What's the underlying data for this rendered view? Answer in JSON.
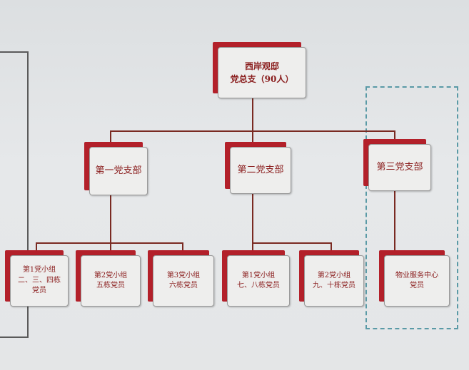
{
  "root": {
    "line1": "西岸观邸",
    "line2": "党总支（90人）"
  },
  "branches": [
    {
      "label": "第一党支部"
    },
    {
      "label": "第二党支部"
    },
    {
      "label": "第三党支部"
    }
  ],
  "groups": [
    {
      "lines": [
        "第1党小组",
        "二、三、四栋",
        "党员"
      ]
    },
    {
      "lines": [
        "第2党小组",
        "五栋党员"
      ]
    },
    {
      "lines": [
        "第3党小组",
        "六栋党员"
      ]
    },
    {
      "lines": [
        "第1党小组",
        "七、八栋党员"
      ]
    },
    {
      "lines": [
        "第2党小组",
        "九、十栋党员"
      ]
    },
    {
      "lines": [
        "物业服务中心",
        "党员"
      ]
    }
  ],
  "colors": {
    "accent": "#b3202a",
    "connector": "#7a2a22",
    "text": "#8a1d1d",
    "dashed": "#5a9aa6"
  }
}
